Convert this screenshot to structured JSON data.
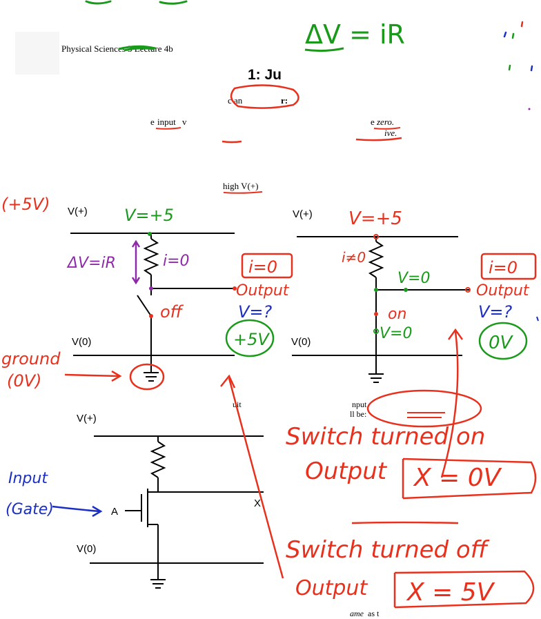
{
  "slide": {
    "header": "Physical Sciences 3 Lecture 4b",
    "title": "1: Ju",
    "frag_c_an": "c an",
    "frag_r": "r:",
    "frag_e": "e",
    "frag_input": "input",
    "frag_v": "v",
    "frag_e2": "e",
    "frag_zero": "zero.",
    "frag_ive": "ive.",
    "high_v_label": "high V(+)",
    "frag_uit": "uit",
    "frag_nput": "nput",
    "frag_llbe": "ll be:",
    "frag_ame": "ame",
    "frag_as_t": "as t"
  },
  "circuits": {
    "left": {
      "vplus": "V(+)",
      "vzero": "V(0)"
    },
    "right": {
      "vplus": "V(+)",
      "vzero": "V(0)"
    },
    "bottom": {
      "vplus": "V(+)",
      "vzero": "V(0)",
      "gate_label": "A",
      "output_label": "X"
    }
  },
  "annotations": {
    "formula": "ΔV = iR",
    "plus5v": "(+5V)",
    "left_v": "V=+5",
    "left_dv": "ΔV=iR",
    "left_i": "i=0",
    "left_i_box": "i=0",
    "left_output": "Output",
    "left_off": "off",
    "left_vq": "V=?",
    "left_5v": "+5V",
    "ground": "ground",
    "ground_0v": "(0V)",
    "right_v": "V=+5",
    "right_ineq": "i≠0",
    "right_v0": "V=0",
    "right_i_box": "i=0",
    "right_output": "Output",
    "right_on": "on",
    "right_v0b": "V=0",
    "right_vq": "V=?",
    "right_0v": "0V",
    "input": "Input",
    "gate": "(Gate)",
    "switch_on": "Switch turned on",
    "output_x0": "Output",
    "x_0v": "X = 0V",
    "switch_off": "Switch turned off",
    "output_x5": "Output",
    "x_5v": "X = 5V"
  },
  "colors": {
    "red": "#e8301c",
    "green": "#1a9a1a",
    "blue": "#1b2fc4",
    "purple": "#8e2aa8",
    "black": "#000000"
  }
}
